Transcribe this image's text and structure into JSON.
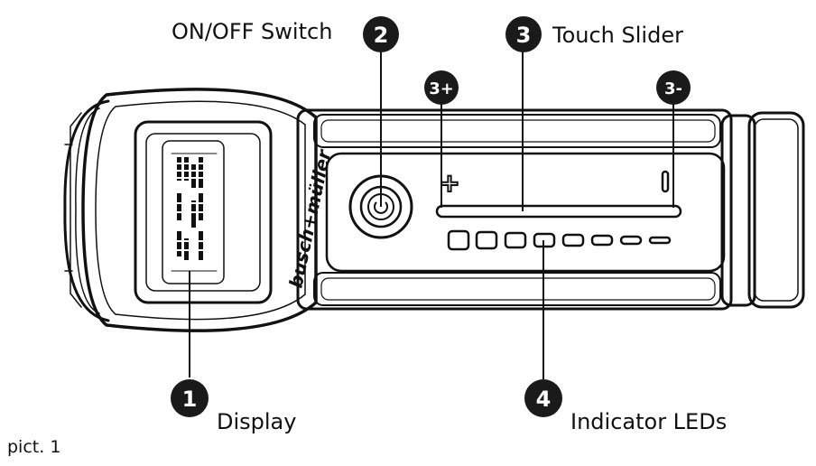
{
  "figure_caption": "pict. 1",
  "brand": "busch+müller",
  "slider_plus": "+",
  "slider_minus": "-",
  "callouts": [
    {
      "number": "1",
      "label": "Display"
    },
    {
      "number": "2",
      "label": "ON/OFF Switch"
    },
    {
      "number": "3",
      "label": "Touch Slider"
    },
    {
      "number": "3+",
      "label": ""
    },
    {
      "number": "3-",
      "label": ""
    },
    {
      "number": "4",
      "label": "Indicator LEDs"
    }
  ],
  "colors": {
    "ink": "#111111",
    "badge": "#1a1a1a",
    "paper": "#ffffff"
  }
}
